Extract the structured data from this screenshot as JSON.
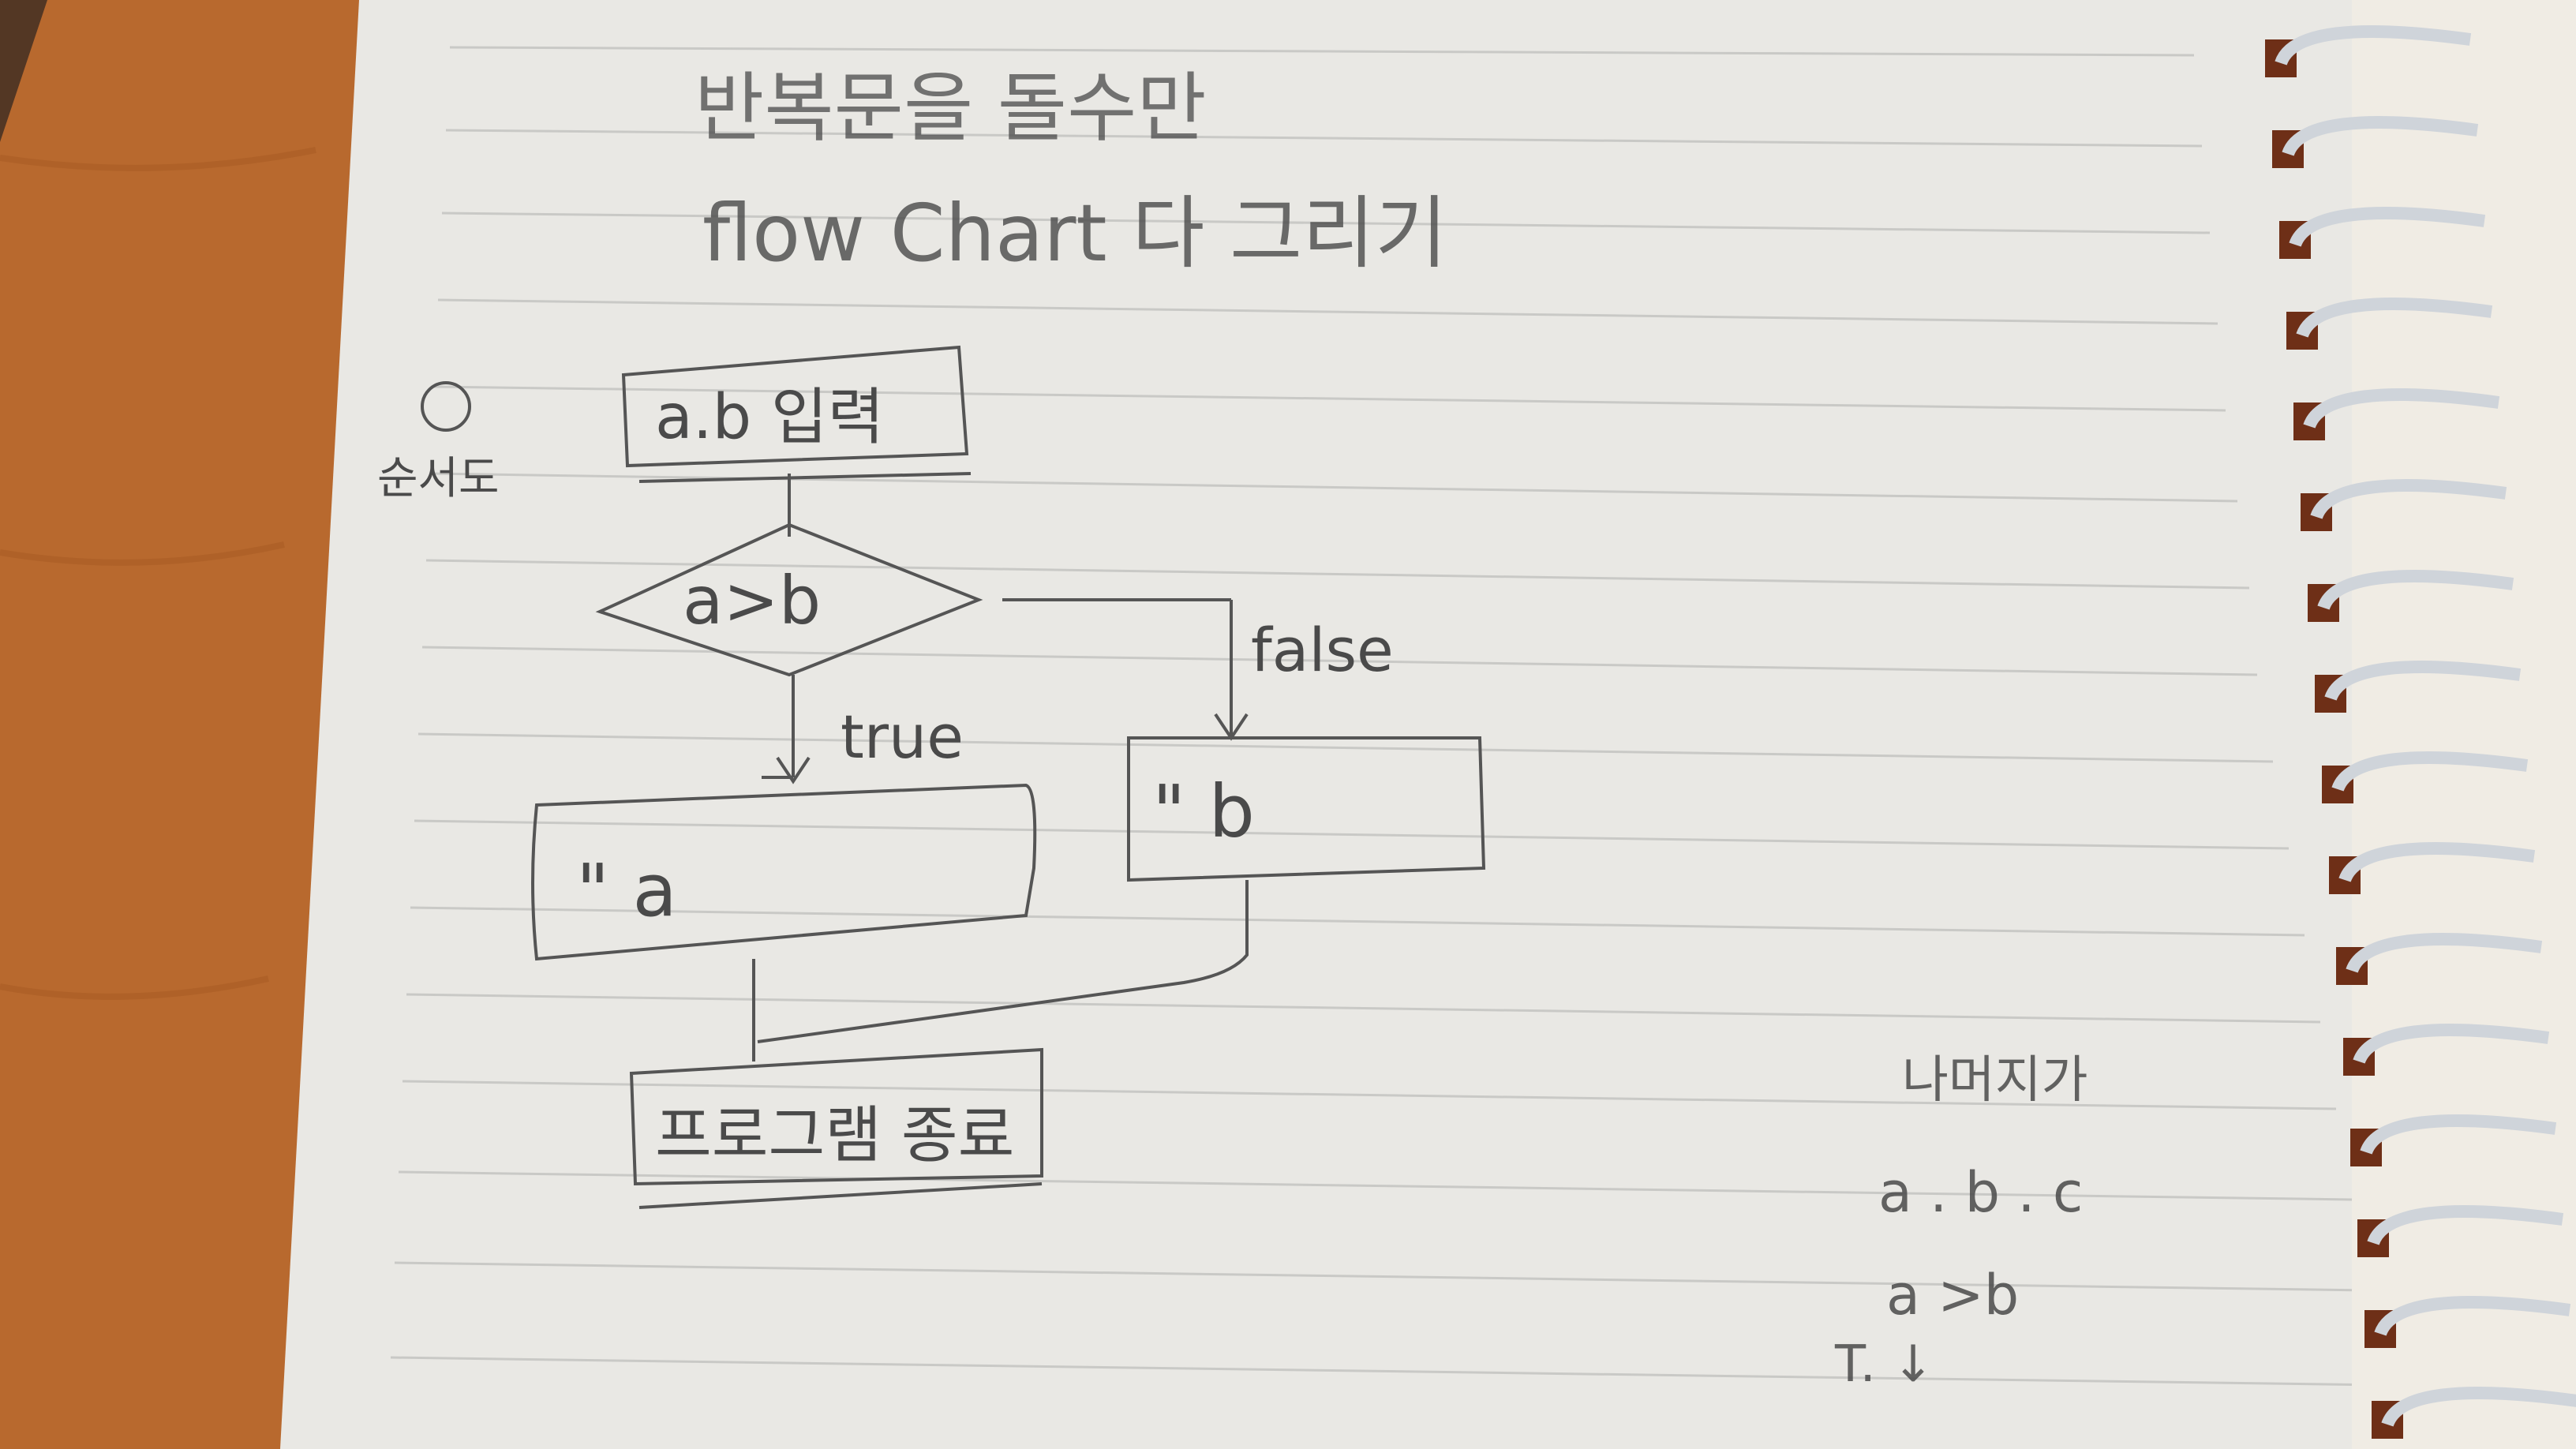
{
  "page": {
    "heading_line1": "반복문을 돌수만",
    "heading_line2": "flow Chart 다 그리기",
    "step_marker": "①",
    "step_label": "순서도"
  },
  "flowchart": {
    "start_box": "a.b 입력",
    "decision": "a>b",
    "true_label": "true",
    "false_label": "false",
    "true_output": "\" a",
    "false_output": "\" b",
    "end_box": "프로그램 종료"
  },
  "side_notes": {
    "title": "나머지가",
    "line1": "a . b . c",
    "line2": "a >b",
    "line3": "T. ↓"
  },
  "colors": {
    "desk": "#b8692e",
    "paper": "#e9e8e4",
    "rule_line": "#c9c9c6",
    "pencil": "#4a4a4a",
    "binding_metal": "#d9dde2"
  }
}
